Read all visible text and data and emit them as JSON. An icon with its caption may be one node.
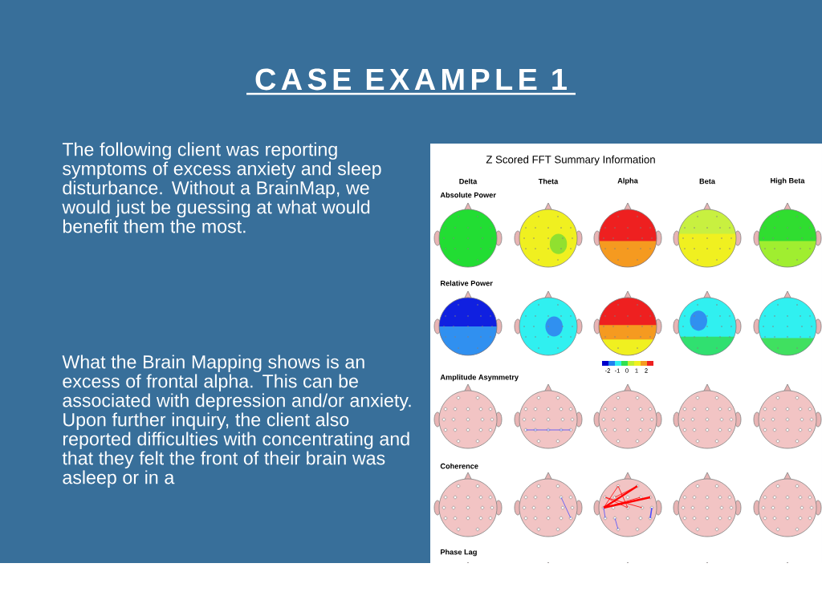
{
  "diagram": {
    "title": "CASE EXAMPLE 1",
    "labels": [
      "The following client was reporting symptoms of excess anxiety and sleep disturbance. Without a BrainMap, we would just be guessing at what would benefit them the most.",
      "What the Brain Mapping shows is an excess of frontal alpha. This can be associated with depression and/or anxiety. Upon further inquiry, the client also reported difficulties with concentrating and that they felt the front of their brain was asleep or in a",
      "Z Scored FFT Summary Information",
      "Delta",
      "Theta",
      "Alpha",
      "Beta",
      "High Beta",
      "Absolute Power",
      "Relative Power",
      "-2",
      "-1",
      "0",
      "1",
      "2",
      "Amplitude Asymmetry",
      "Coherence",
      "Phase Lag"
    ]
  }
}
